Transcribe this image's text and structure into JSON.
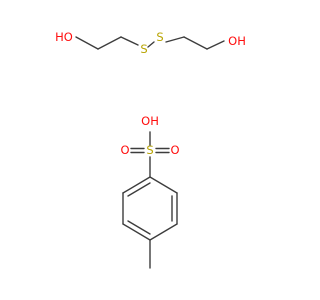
{
  "colors": {
    "bond": "#3d3d3d",
    "oxygen": "#ff0d0d",
    "sulfur": "#b8a400"
  },
  "molecule_1": {
    "labels": {
      "hydroxyl_left": "HO",
      "sulfur_left": "S",
      "sulfur_right": "S",
      "hydroxyl_right": "OH"
    }
  },
  "molecule_2": {
    "labels": {
      "hydroxyl": "OH",
      "oxygen_left": "O",
      "sulfur": "S",
      "oxygen_right": "O"
    }
  }
}
